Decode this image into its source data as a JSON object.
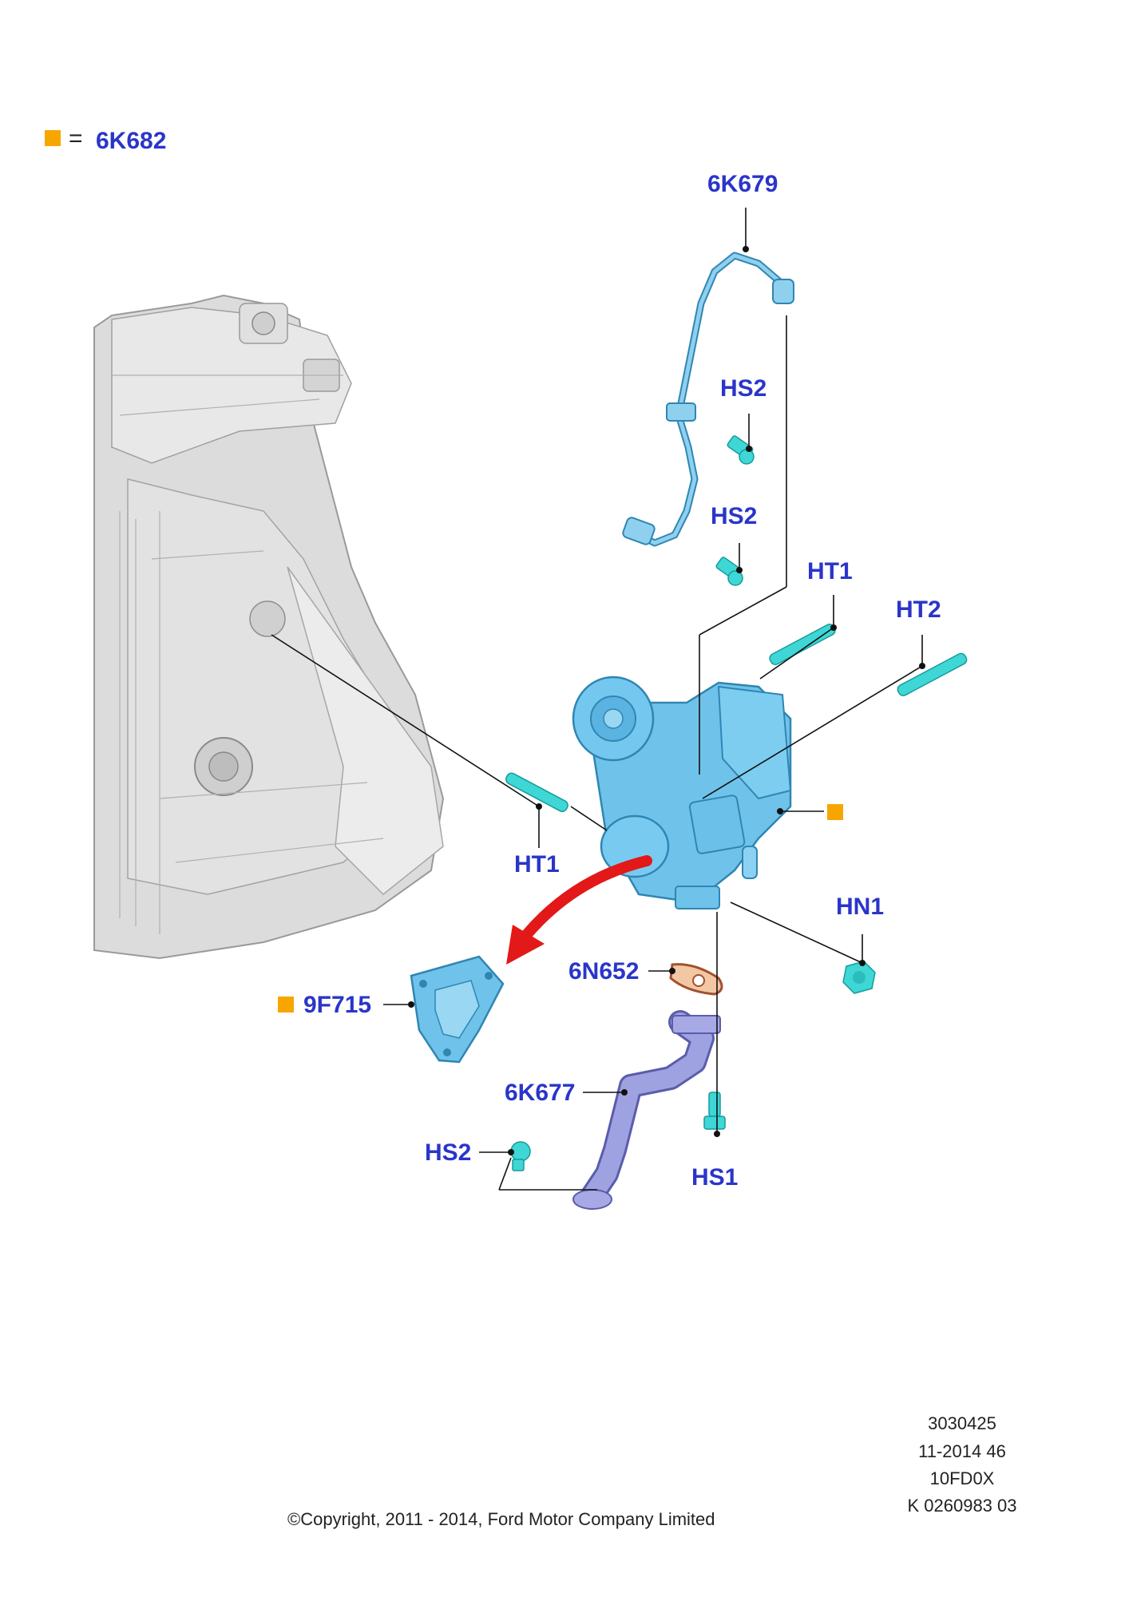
{
  "legend": {
    "equals": "=",
    "code": "6K682",
    "marker_color": "#f7a600"
  },
  "callouts": {
    "c_6k679": "6K679",
    "c_hs2_a": "HS2",
    "c_hs2_b": "HS2",
    "c_ht1_top": "HT1",
    "c_ht2": "HT2",
    "c_ht1_left": "HT1",
    "c_hn1": "HN1",
    "c_6n652": "6N652",
    "c_9f715": "9F715",
    "c_6k677": "6K677",
    "c_hs2_c": "HS2",
    "c_hs1": "HS1"
  },
  "footer": {
    "ref_number": "3030425",
    "date_code": "11-2014 46",
    "model_code": "10FD0X",
    "part_ref": "K 0260983 03",
    "copyright": "©Copyright, 2011 - 2014, Ford Motor Company Limited"
  },
  "colors": {
    "callout_text": "#2a35c9",
    "part_blue": "#6fc3ea",
    "fastener_cyan": "#3fd6d6",
    "exhaust_pipe": "#8f92d6",
    "gasket_brown": "#a0522d",
    "arrow_red": "#e31818",
    "engine_gray": "#d9d9d9"
  }
}
